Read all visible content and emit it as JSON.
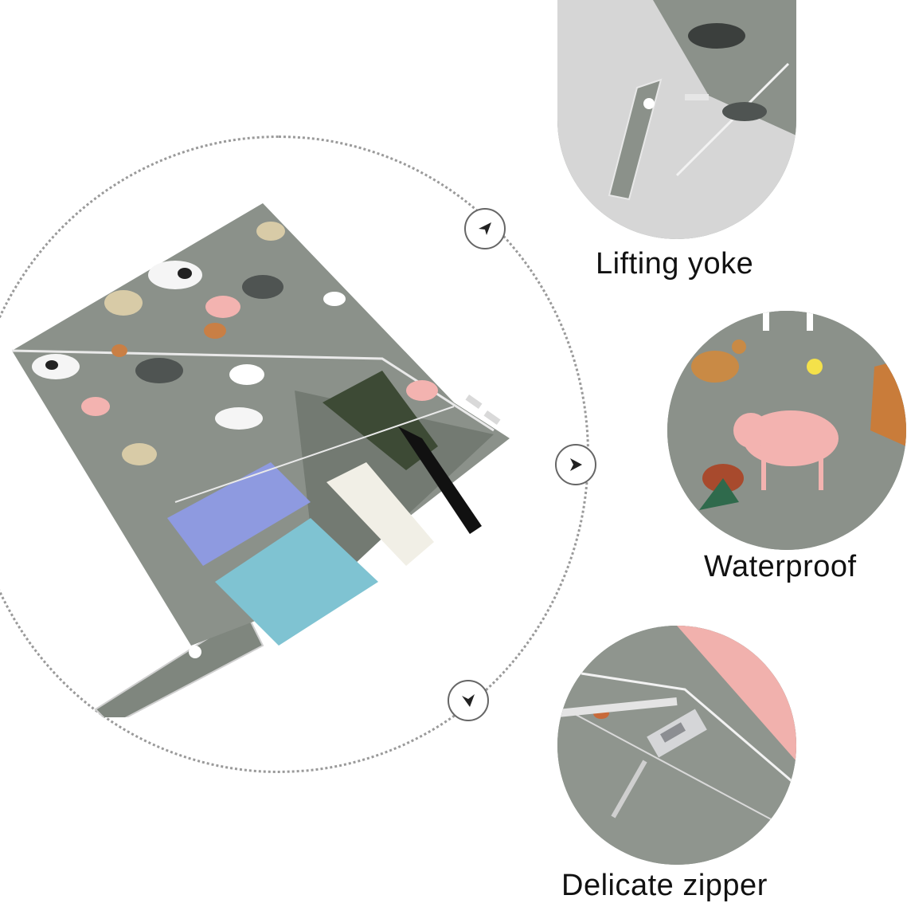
{
  "features": [
    {
      "id": "lifting",
      "caption": "Lifting yoke",
      "icon": "pointer-arrow-icon"
    },
    {
      "id": "waterproof",
      "caption": "Waterproof",
      "icon": "pointer-arrow-icon"
    },
    {
      "id": "zipper",
      "caption": "Delicate zipper",
      "icon": "pointer-arrow-icon"
    }
  ],
  "colors": {
    "fabric": "#8b918a",
    "fabric_dark": "#737a72",
    "pig": "#f3b3b0",
    "ring": "#9a9a9a",
    "text": "#111111"
  }
}
